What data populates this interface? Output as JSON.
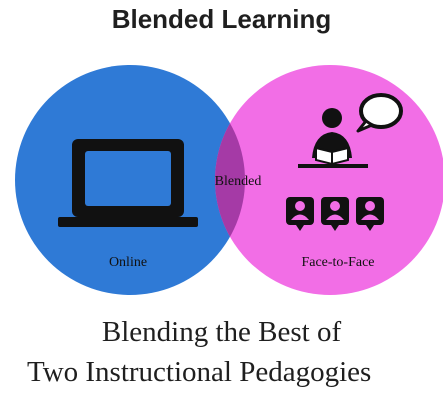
{
  "title": "Blended Learning",
  "venn": {
    "left_label": "Online",
    "center_label": "Blended",
    "right_label": "Face-to-Face",
    "colors": {
      "online": "#2f7ad6",
      "face_to_face": "#f26ee6",
      "blended": "#a53aa6"
    }
  },
  "icons": [
    "laptop-icon",
    "teacher-reading-icon",
    "speech-bubble-icon",
    "student-icon"
  ],
  "caption": {
    "line1": "Blending the Best of",
    "line2": "Two Instructional Pedagogies"
  }
}
